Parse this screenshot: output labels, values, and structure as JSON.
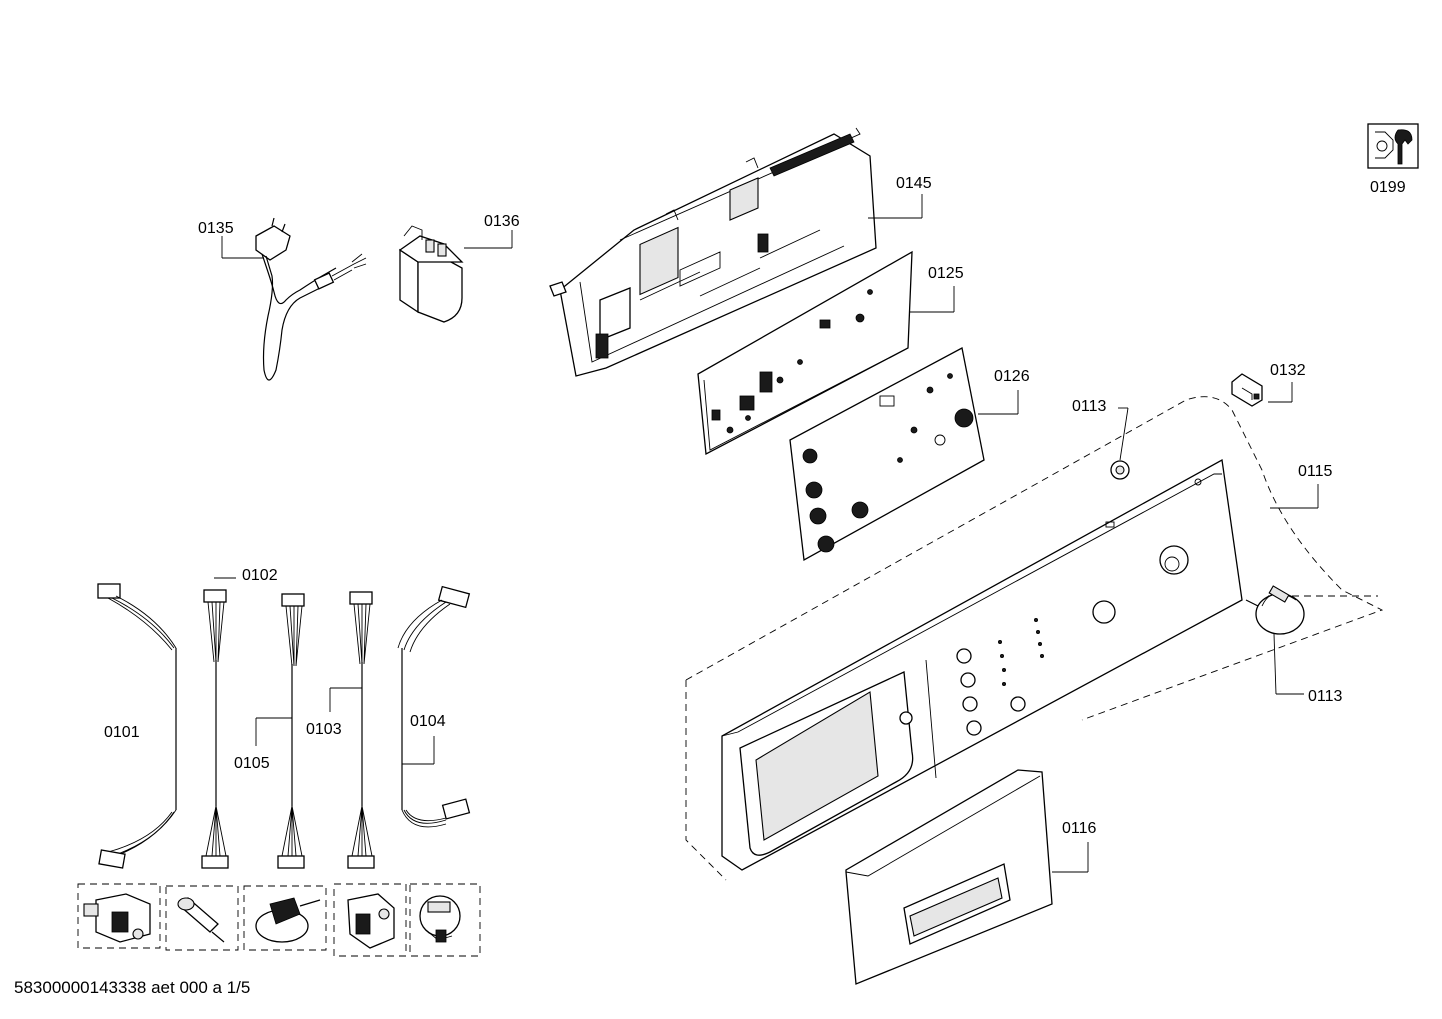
{
  "labels": {
    "p0135": "0135",
    "p0136": "0136",
    "p0145": "0145",
    "p0125": "0125",
    "p0126": "0126",
    "p0113a": "0113",
    "p0132": "0132",
    "p0115": "0115",
    "p0113b": "0113",
    "p0116": "0116",
    "p0199": "0199",
    "p0101": "0101",
    "p0102": "0102",
    "p0103": "0103",
    "p0104": "0104",
    "p0105": "0105"
  },
  "footer": {
    "document_id": "58300000143338 aet 000 a 1/5"
  },
  "icons": {
    "service": "wrench-service-icon"
  }
}
